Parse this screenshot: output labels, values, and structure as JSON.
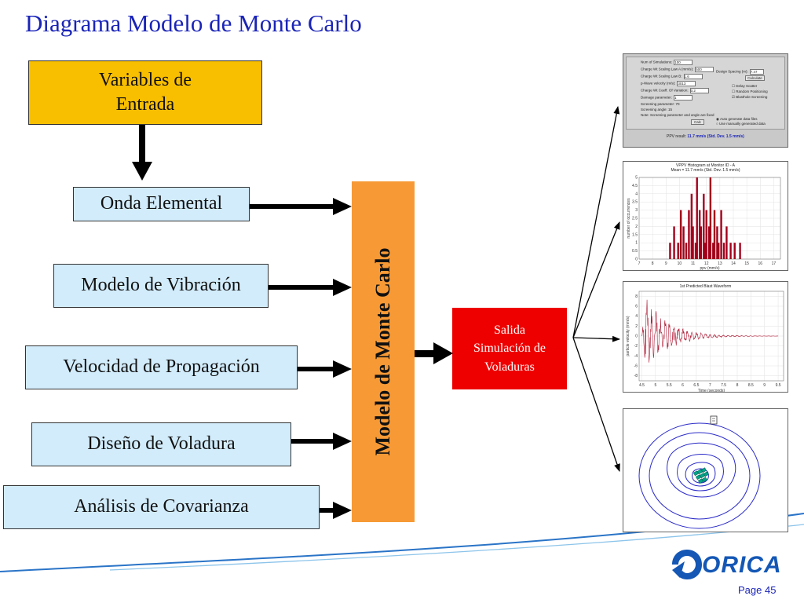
{
  "title": "Diagrama Modelo de Monte Carlo",
  "input_box": {
    "line1": "Variables de",
    "line2": "Entrada"
  },
  "inputs": [
    {
      "label": "Onda Elemental"
    },
    {
      "label": "Modelo de Vibración"
    },
    {
      "label": "Velocidad de Propagación"
    },
    {
      "label": "Diseño de Voladura"
    },
    {
      "label": "Análisis de Covarianza"
    }
  ],
  "monte_carlo": {
    "label": "Modelo de Monte Carlo"
  },
  "output": {
    "line1": "Salida",
    "line2": "Simulación de",
    "line3": "Voladuras"
  },
  "results": {
    "form": {
      "fields": [
        {
          "label": "Num of Simulations:",
          "value": "100"
        },
        {
          "label": "Charge Wt Scaling Law A (mm/s):",
          "value": "500"
        },
        {
          "label": "Charge Wt Scaling Law B:",
          "value": "1.6"
        },
        {
          "label": "p-Wave velocity (m/s):",
          "value": "3013"
        },
        {
          "label": "Charge Wt Coeff. Of Variation:",
          "value": "0.2"
        },
        {
          "label": "Damage parameter:",
          "value": "1"
        },
        {
          "label": "Screening parameter:",
          "value": "70"
        },
        {
          "label": "Screening angle:",
          "value": "15"
        }
      ],
      "note": "Note: Screening parameter and angle are fixed",
      "spacing_label": "Design Spacing (m):",
      "spacing_value": "7.47",
      "calculate_button": "Calculate",
      "options": [
        "Delay Scatter",
        "Random Positioning",
        "Blasthole Screening"
      ],
      "generate_options": [
        "Auto generate data files",
        "Use manually generated data"
      ],
      "calc_button": "Calc",
      "result_label": "PPV result:",
      "result_value": "11.7 mm/s (Std. Dev. 1.5 mm/s)"
    },
    "histogram": {
      "title": "VPPV Histogram at Monitor ID - A",
      "subtitle": "Mean = 11.7 mm/s (Std. Dev. 1.5 mm/s)",
      "xlabel": "ppv (mm/s)",
      "ylabel": "number of occurrences"
    },
    "waveform": {
      "title": "1st Predicted Blast Waveform",
      "xlabel": "Time (seconds)",
      "ylabel": "particle velocity (mm/s)"
    }
  },
  "page": {
    "label": "Page 45"
  },
  "logo": {
    "text": "ORICA"
  },
  "colors": {
    "title": "#1a24b8",
    "input_box": "#f8be00",
    "input_boxes": "#d2ecfb",
    "monte_carlo": "#f79a36",
    "output": "#ee0000",
    "histogram_bars": "#a3001b",
    "waveform": "#b0203a",
    "contours": "#2a2ac8"
  },
  "chart_data": [
    {
      "type": "bar",
      "title": "VPPV Histogram at Monitor ID - A",
      "subtitle": "Mean = 11.7 mm/s (Std. Dev. 1.5 mm/s)",
      "xlabel": "ppv (mm/s)",
      "ylabel": "number of occurrences",
      "x_ticks": [
        7,
        8,
        9,
        10,
        11,
        12,
        13,
        14,
        15,
        16,
        17
      ],
      "y_ticks": [
        0,
        0.5,
        1,
        1.5,
        2,
        2.5,
        3,
        3.5,
        4,
        4.5,
        5
      ],
      "xlim": [
        7,
        17.5
      ],
      "ylim": [
        0,
        5
      ],
      "grid": true,
      "x": [
        9.3,
        9.6,
        9.9,
        10.1,
        10.3,
        10.5,
        10.7,
        10.9,
        11.0,
        11.2,
        11.3,
        11.5,
        11.6,
        11.8,
        11.9,
        12.0,
        12.2,
        12.3,
        12.5,
        12.6,
        12.8,
        12.9,
        13.1,
        13.3,
        13.5,
        13.8,
        14.1,
        14.5
      ],
      "values": [
        1,
        2,
        1,
        3,
        2,
        1,
        3,
        4,
        2,
        1,
        5,
        3,
        2,
        4,
        1,
        3,
        2,
        5,
        1,
        3,
        2,
        1,
        3,
        1,
        2,
        1,
        1,
        1
      ]
    },
    {
      "type": "line",
      "title": "1st Predicted Blast Waveform",
      "xlabel": "Time (seconds)",
      "ylabel": "particle velocity (mm/s)",
      "x_ticks": [
        4.5,
        5,
        5.5,
        6,
        6.5,
        7,
        7.5,
        8,
        8.5,
        9,
        9.5
      ],
      "y_ticks": [
        -8,
        -6,
        -4,
        -2,
        0,
        2,
        4,
        6,
        8
      ],
      "xlim": [
        4.4,
        9.7
      ],
      "ylim": [
        -9,
        9
      ],
      "grid": true
    }
  ]
}
